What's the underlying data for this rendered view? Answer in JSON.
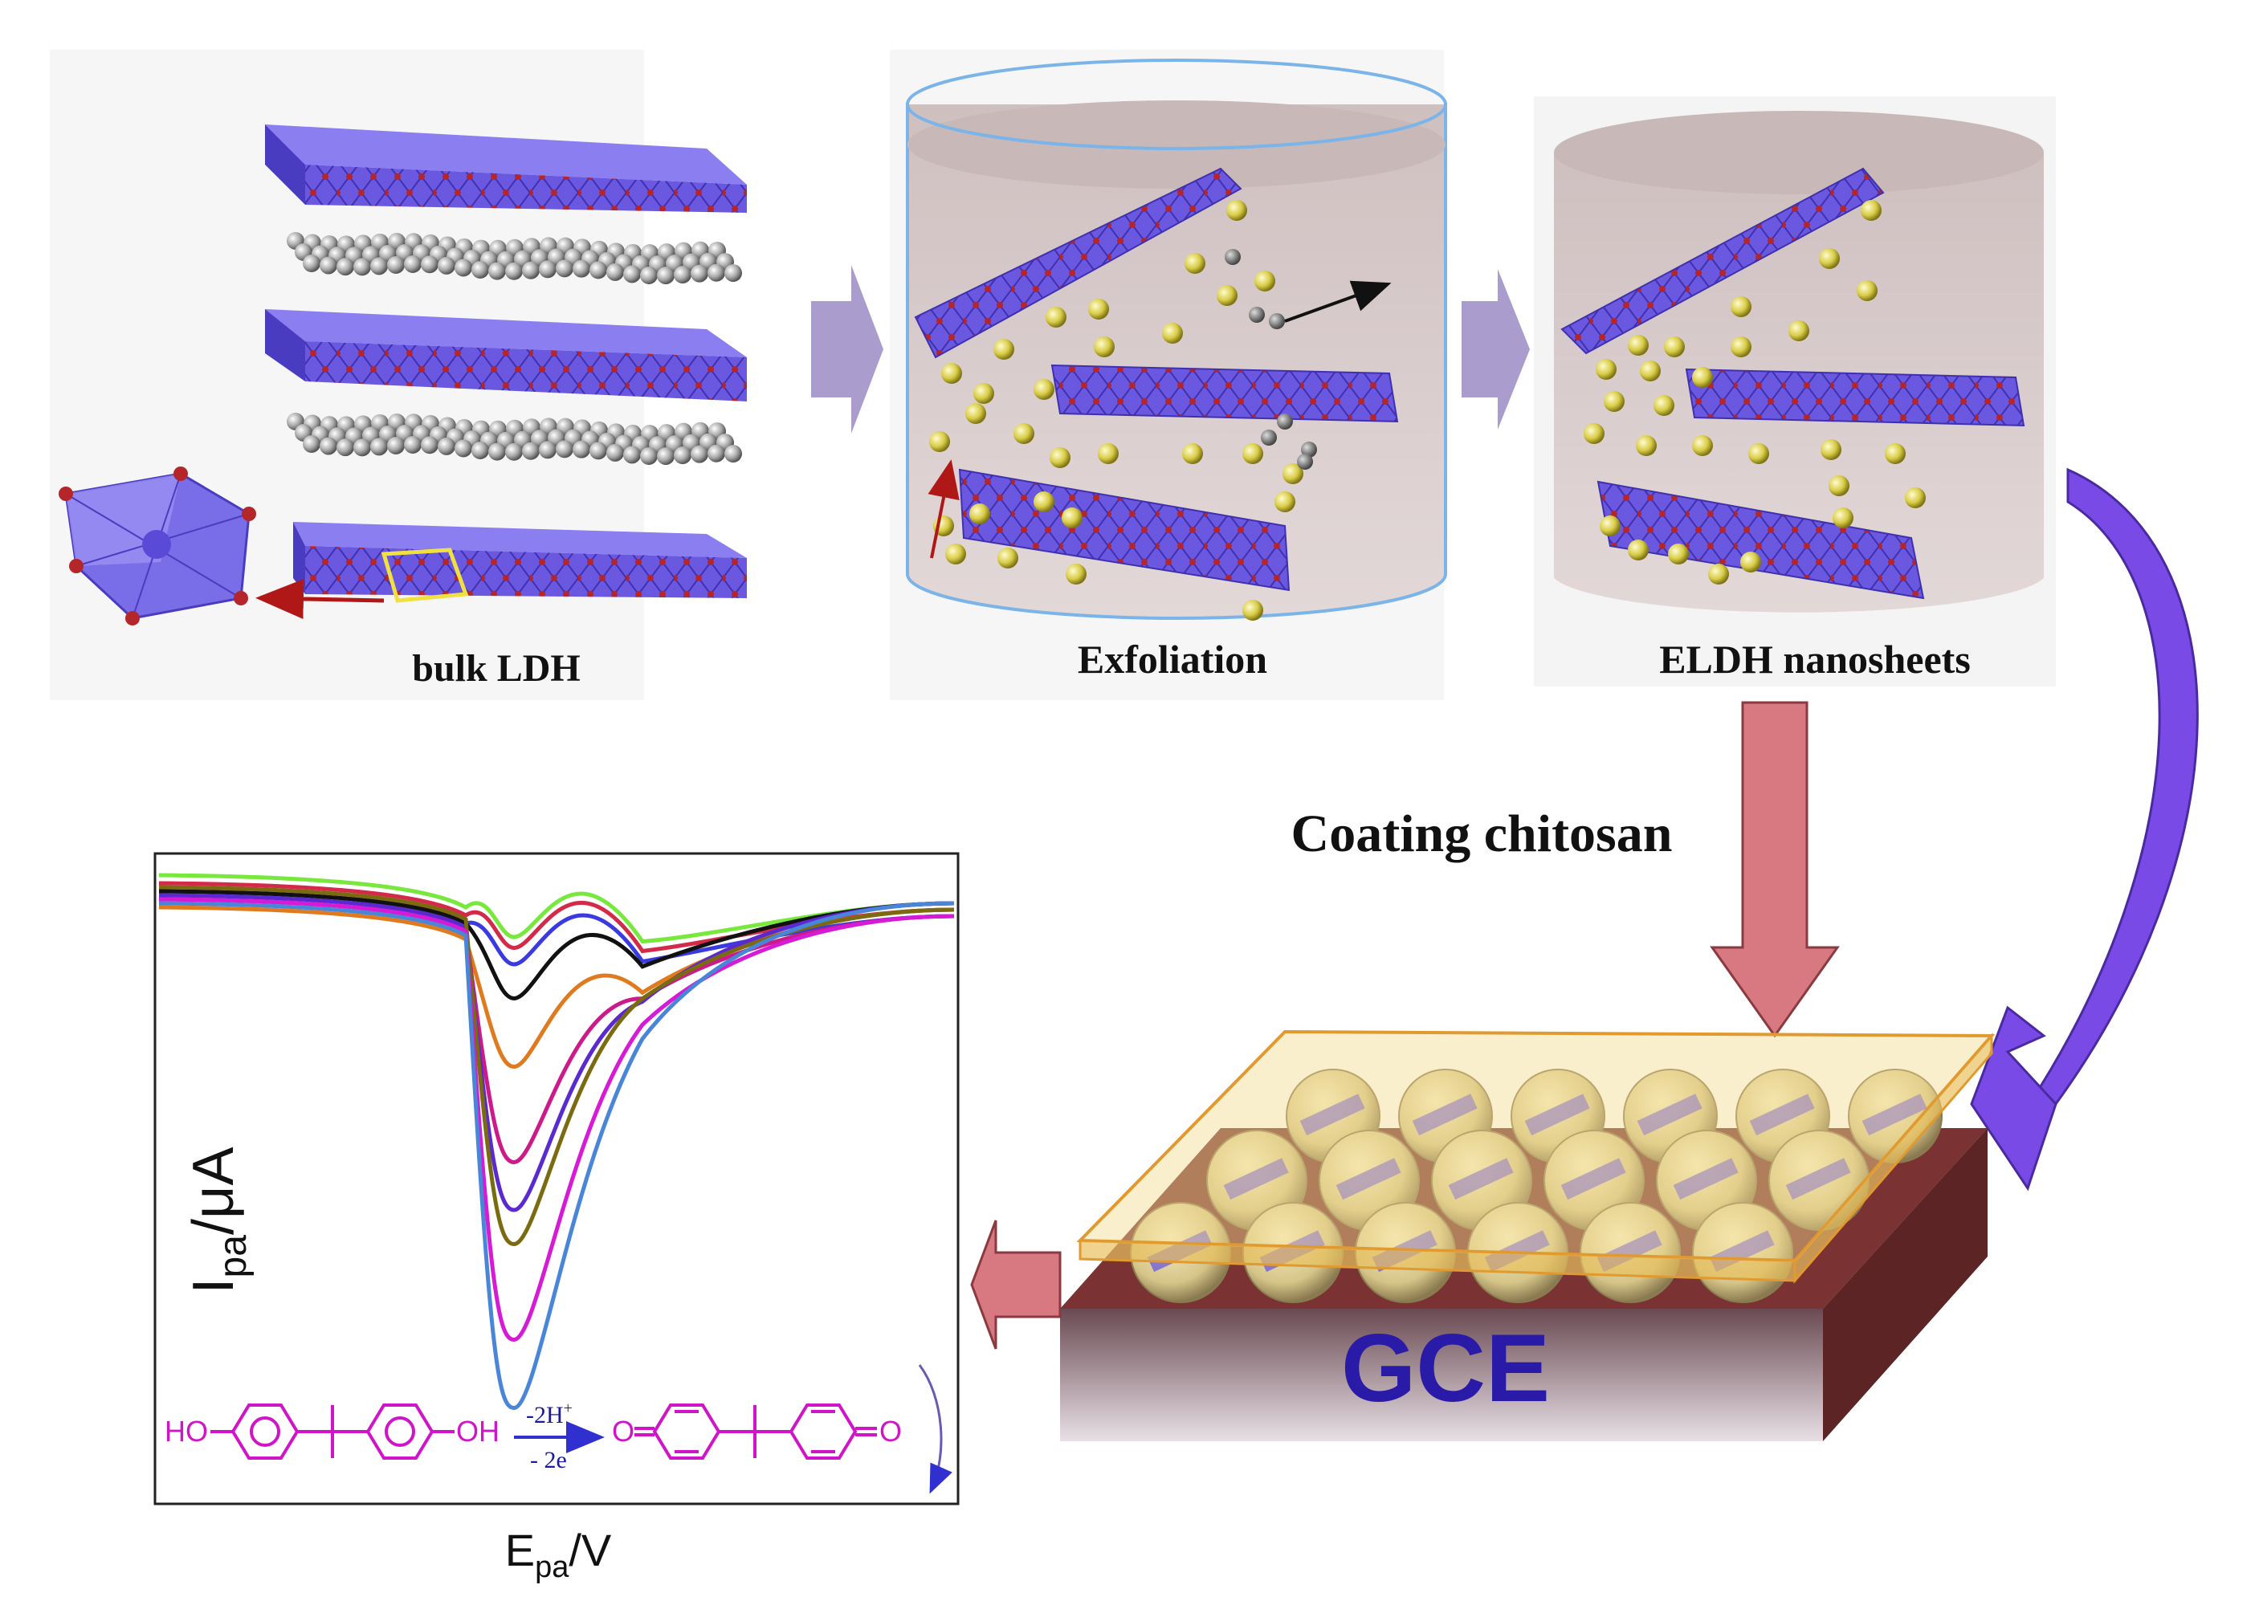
{
  "labels": {
    "bulk_ldh": "bulk LDH",
    "exfoliation": "Exfoliation",
    "eldh": "ELDH nanosheets",
    "coating": "Coating chitosan",
    "gce": "GCE"
  },
  "plot": {
    "ylabel_main": "I",
    "ylabel_sub": "pa",
    "ylabel_unit": "/μA",
    "xlabel_main": "E",
    "xlabel_sub": "pa",
    "xlabel_unit": "/V"
  },
  "reaction": {
    "ho": "HO",
    "oh": "OH",
    "top": "-2H",
    "top_sup": "+",
    "bottom": "- 2e",
    "o_left": "O",
    "o_right": "O"
  },
  "curve_colors": [
    "#78e83c",
    "#d42a4a",
    "#3a3ae0",
    "#111111",
    "#e07a1e",
    "#cc1a8a",
    "#5a2ad0",
    "#7a6a10",
    "#d61ad6",
    "#4a86d8"
  ],
  "colors": {
    "sheet": "#6a58e0",
    "sheet_dark": "#3f30b0",
    "atom_red": "#b5262a",
    "gray_ball": "#9a9a9a",
    "gold_ball": "#d8cc46",
    "liquid": "#d5c7c7",
    "process_arrow": "#aa9ccc",
    "coating_arrow": "#d87880",
    "purple_arrow": "#7a4ae6",
    "gce_top": "#7a3232",
    "gce_side": "#5c2424",
    "gce_text": "#2a1aa8",
    "chitosan": "#f3dc90",
    "reaction": "#d014c8"
  }
}
